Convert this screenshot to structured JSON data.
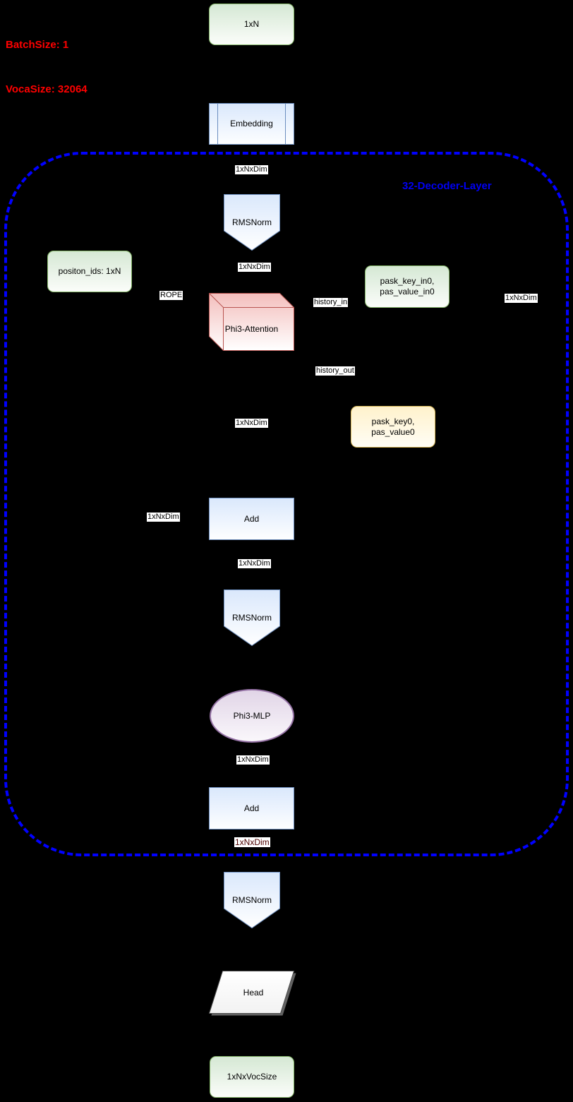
{
  "annotations": {
    "batch_size": "BatchSize: 1",
    "voca_size": "VocaSize: 32064",
    "decoder_layer": "32-Decoder-Layer"
  },
  "nodes": {
    "input": "1xN",
    "embedding": "Embedding",
    "rmsnorm": "RMSNorm",
    "positon_ids": "positon_ids: 1xN",
    "attention": "Phi3-Attention",
    "past_kv_in_line1": "pask_key_in0,",
    "past_kv_in_line2": "pas_value_in0",
    "past_kv_out_line1": "pask_key0,",
    "past_kv_out_line2": "pas_value0",
    "add": "Add",
    "mlp": "Phi3-MLP",
    "head": "Head",
    "output": "1xNxVocSize"
  },
  "edge_labels": {
    "dim": "1xNxDim",
    "rope": "ROPE",
    "history_in": "history_in",
    "history_out": "history_out"
  },
  "colors": {
    "background": "#000000",
    "annotation_red": "#ff0000",
    "decoder_label_blue": "#0000f2",
    "dashed_border_blue": "#0101ff",
    "green_border": "#82b366",
    "green_fill": "#d5e8d4",
    "blue_border": "#6c8ebf",
    "blue_fill": "#dae8fc",
    "attention_border": "#b85450",
    "attention_fill": "#f8cecc",
    "yellow_border": "#d6b656",
    "yellow_fill": "#fff2cc",
    "purple_border": "#9673a6",
    "purple_fill": "#e1d5e7",
    "maroon_label": "#4d0000"
  }
}
